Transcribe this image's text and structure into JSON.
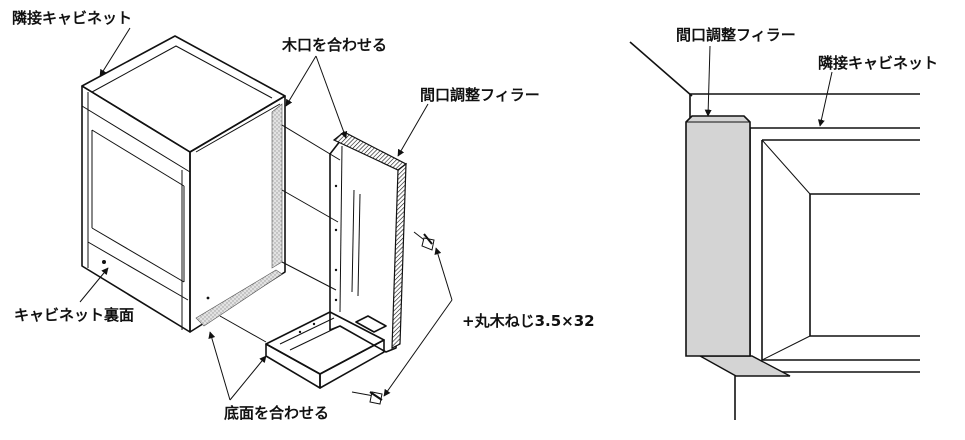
{
  "left": {
    "labels": {
      "adjacent_cabinet": "隣接キャビネット",
      "align_wood_edge": "木口を合わせる",
      "filler": "間口調整フィラー",
      "screw": "+丸木ねじ3.5×32",
      "cabinet_back": "キャビネット裏面",
      "align_bottom": "底面を合わせる"
    }
  },
  "right": {
    "labels": {
      "filler": "間口調整フィラー",
      "adjacent_cabinet": "隣接キャビネット"
    }
  },
  "colors": {
    "filler_fill": "#d4d4d4",
    "line": "#111111",
    "shade": "#cfcfcf"
  }
}
